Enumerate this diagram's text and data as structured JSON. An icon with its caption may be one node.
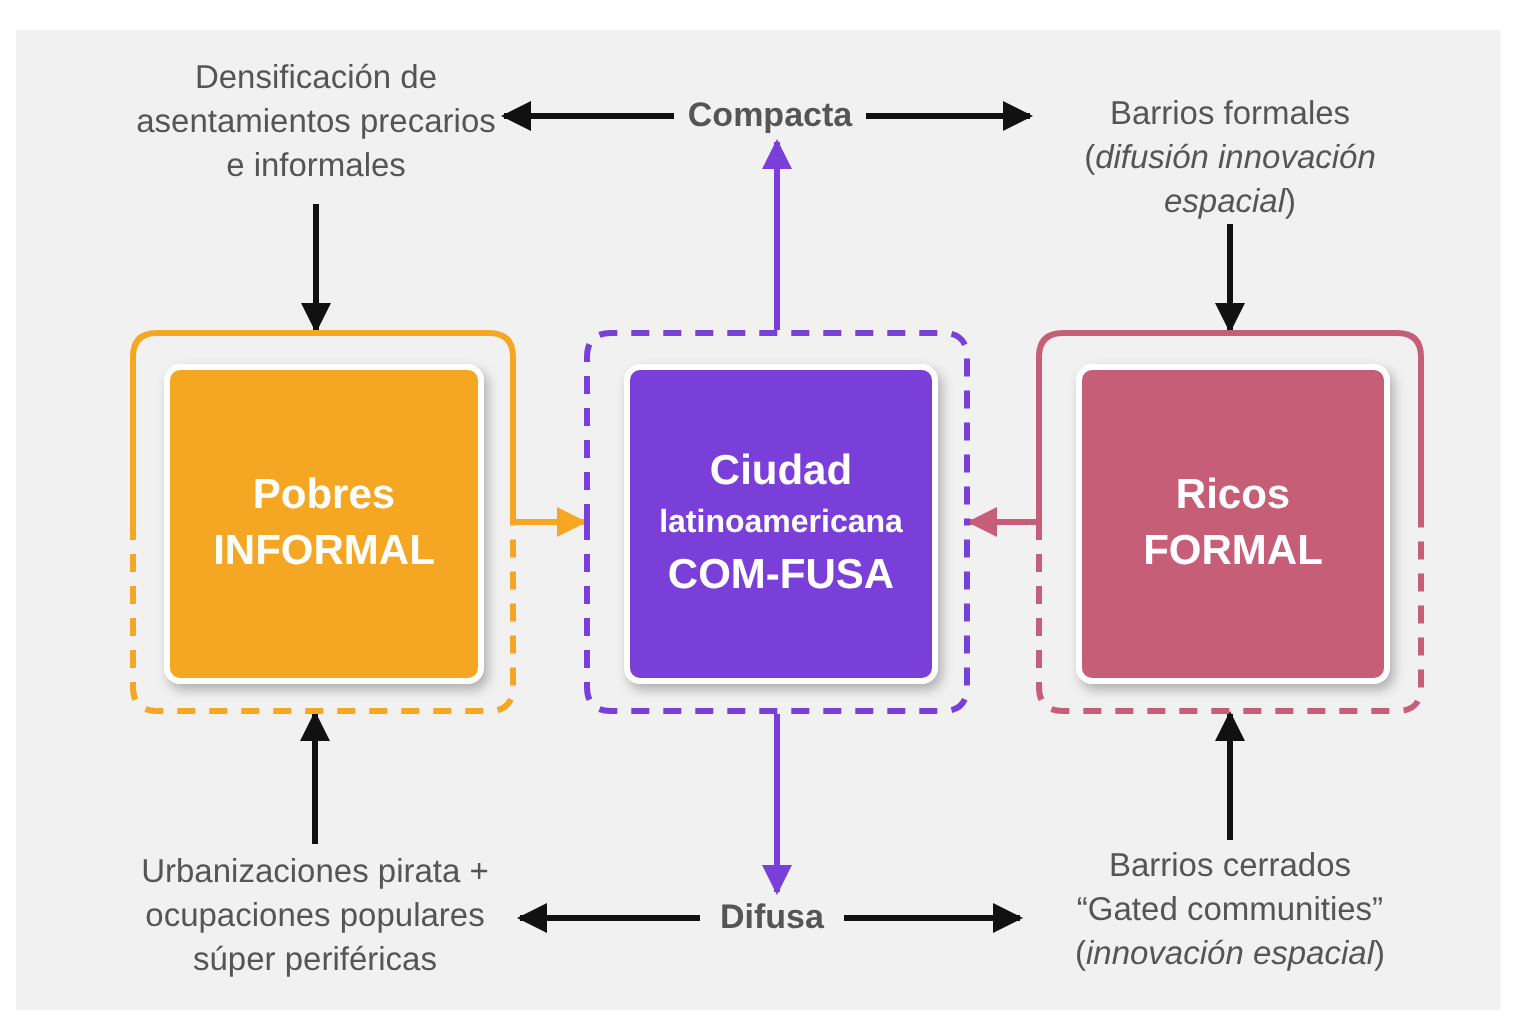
{
  "diagram": {
    "nodes": [
      {
        "text": [
          "Compacta"
        ]
      },
      {
        "text": [
          "Densificación de asentamientos precarios e informales"
        ]
      },
      {
        "text": [
          "Barrios formales",
          "(*difusión innovación espacial*)"
        ]
      },
      {
        "text": [],
        "shape": "box"
      },
      {
        "text": [
          "Pobres",
          "INFORMAL"
        ],
        "in": 3
      },
      {
        "text": [],
        "shape": "box"
      },
      {
        "text": [
          "Ciudad",
          "latinoamericana",
          "COM-FUSA"
        ],
        "in": 5
      },
      {
        "text": [],
        "shape": "box"
      },
      {
        "text": [
          "Ricos",
          "FORMAL"
        ],
        "in": 7
      },
      {
        "text": [
          "Urbanizaciones pirata + ocupaciones populares súper periféricas"
        ]
      },
      {
        "text": [
          "Difusa"
        ]
      },
      {
        "text": [
          "Barrios cerrados",
          "“Gated communities”",
          "(*innovación espacial*)"
        ]
      }
    ],
    "edges": [
      {
        "from": 0,
        "to": 1,
        "arrow": "to"
      },
      {
        "from": 0,
        "to": 2,
        "arrow": "to"
      },
      {
        "from": 1,
        "to": 3,
        "arrow": "to"
      },
      {
        "from": 2,
        "to": 7,
        "arrow": "to"
      },
      {
        "from": 5,
        "to": 0,
        "arrow": "to",
        "color": "#7b3fd9"
      },
      {
        "from": 3,
        "to": 5,
        "arrow": "to",
        "color": "#f5a623"
      },
      {
        "from": 7,
        "to": 5,
        "arrow": "to",
        "color": "#c65e78"
      },
      {
        "from": 5,
        "to": 10,
        "arrow": "to",
        "color": "#7b3fd9"
      },
      {
        "from": 10,
        "to": 9,
        "arrow": "to"
      },
      {
        "from": 10,
        "to": 11,
        "arrow": "to"
      },
      {
        "from": 9,
        "to": 3,
        "arrow": "to"
      },
      {
        "from": 11,
        "to": 7,
        "arrow": "to"
      }
    ]
  }
}
